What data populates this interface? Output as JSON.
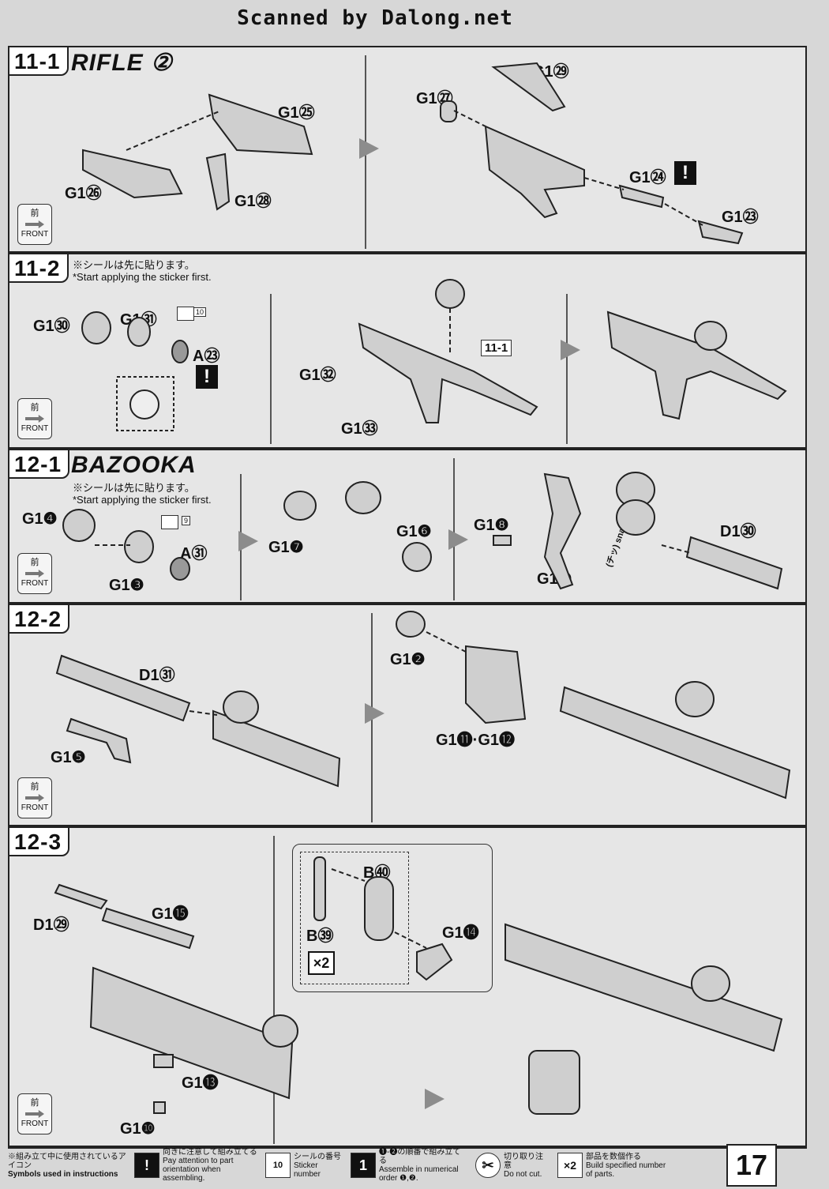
{
  "watermark": "Scanned by Dalong.net",
  "page_number": "17",
  "sections": {
    "s11_1": {
      "step": "11-1",
      "title": "RIFLE",
      "title_num": "②",
      "labels": {
        "g25": "G1㉕",
        "g26": "G1㉖",
        "g28": "G1㉘",
        "g29": "G1㉙",
        "g27": "G1㉗",
        "g24": "G1㉔",
        "g23": "G1㉓"
      }
    },
    "s11_2": {
      "step": "11-2",
      "note_jp": "※シールは先に貼ります。",
      "note_en": "*Start applying the sticker first.",
      "sticker_number": "10",
      "ref": "11-1",
      "labels": {
        "g30": "G1㉚",
        "g31": "G1㉛",
        "a23": "A㉓",
        "g32": "G1㉜",
        "g33": "G1㉝"
      }
    },
    "s12_1": {
      "step": "12-1",
      "title": "BAZOOKA",
      "note_jp": "※シールは先に貼ります。",
      "note_en": "*Start applying the sticker first.",
      "sticker_number": "9",
      "snap": "(チッ) snap!",
      "labels": {
        "g4": "G1❹",
        "g3": "G1❸",
        "a31": "A㉛",
        "g7": "G1❼",
        "g6": "G1❻",
        "g8": "G1❽",
        "g9": "G1❾",
        "d30": "D1㉚"
      }
    },
    "s12_2": {
      "step": "12-2",
      "labels": {
        "d31": "D1㉛",
        "g5": "G1❺",
        "g2": "G1❷",
        "g11_12": "G1⓫·G1⓬"
      }
    },
    "s12_3": {
      "step": "12-3",
      "labels": {
        "d29": "D1㉙",
        "g15": "G1⓯",
        "g13": "G1⓭",
        "g10": "G1❿",
        "b40": "B㊵",
        "b39": "B㊴",
        "g14": "G1⓮"
      },
      "multiplier": "×2"
    }
  },
  "front_kanji": "前",
  "front_label": "FRONT",
  "legend": {
    "title_jp": "※組み立て中に使用されているアイコン",
    "title_en": "Symbols used in instructions",
    "items": [
      {
        "icon": "!",
        "jp": "向きに注意して組み立てる",
        "en": "Pay attention to part orientation when assembling."
      },
      {
        "icon": "10",
        "jp": "シールの番号",
        "en": "Sticker number"
      },
      {
        "icon": "1",
        "jp": "❶-❷の順番で組み立てる",
        "en": "Assemble in numerical order ❶,❷."
      },
      {
        "icon": "✂",
        "jp": "切り取り注意",
        "en": "Do not cut."
      },
      {
        "icon": "×2",
        "jp": "部品を数個作る",
        "en": "Build specified number of parts."
      }
    ]
  }
}
